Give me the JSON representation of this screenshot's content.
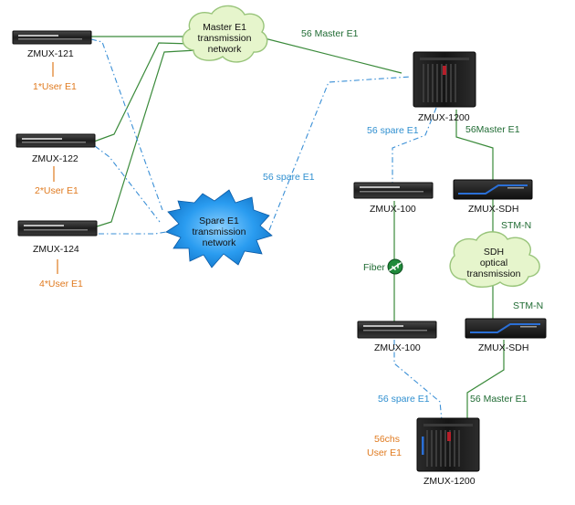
{
  "colors": {
    "master_line": "#3a8a3a",
    "spare_line": "#3a8fd6",
    "user_line": "#e07a1f",
    "master_cloud": "#e6f5cc",
    "spare_cloud": "#1e93e8",
    "text_device": "#111111",
    "text_user": "#e07a1f",
    "text_green": "#1f6b33",
    "text_blue": "#2f8fd0"
  },
  "devices": {
    "zmux121": "ZMUX-121",
    "zmux122": "ZMUX-122",
    "zmux124": "ZMUX-124",
    "zmux1200_top": "ZMUX-1200",
    "zmux100_top": "ZMUX-100",
    "zmuxsdh_top": "ZMUX-SDH",
    "zmux100_bottom": "ZMUX-100",
    "zmuxsdh_bottom": "ZMUX-SDH",
    "zmux1200_bottom": "ZMUX-1200"
  },
  "user_labels": {
    "u1": "1*User E1",
    "u2": "2*User E1",
    "u4": "4*User E1",
    "chs": "56chs",
    "user_e1": "User E1"
  },
  "clouds": {
    "master": [
      "Master E1",
      "transmission",
      "network"
    ],
    "spare": [
      "Spare E1",
      "transmission",
      "network"
    ],
    "sdh": [
      "SDH",
      "optical",
      "transmission"
    ]
  },
  "links": {
    "master_top": "56 Master E1",
    "spare_top": "56 spare E1",
    "spare_left": "56 spare E1",
    "master_sdh": "56Master E1",
    "stm1": "STM-N",
    "stm2": "STM-N",
    "fiber": "Fiber",
    "spare_bottom": "56 spare E1",
    "master_bottom": "56 Master E1"
  },
  "icons": {
    "fiber": "fiber-connector-icon",
    "rack_unit": "rack-unit-icon",
    "cabinet": "cabinet-icon"
  }
}
